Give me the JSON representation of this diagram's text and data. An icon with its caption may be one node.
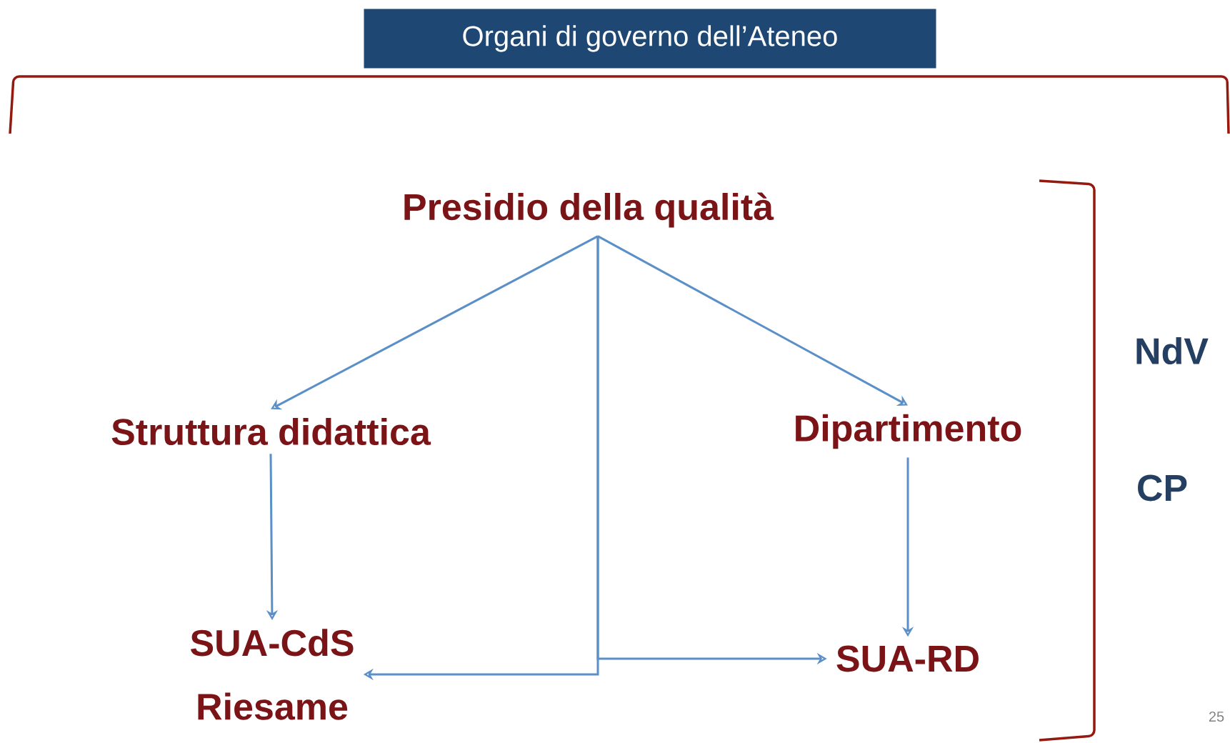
{
  "diagram": {
    "nodes": [
      {
        "text": [
          "Organi di governo dell’Ateneo"
        ]
      },
      {
        "text": [
          "Presidio della qualità"
        ]
      },
      {
        "text": [
          "Struttura didattica"
        ]
      },
      {
        "text": [
          "Dipartimento"
        ]
      },
      {
        "text": [
          "SUA-CdS",
          "Riesame"
        ]
      },
      {
        "text": [
          "SUA-RD"
        ]
      }
    ],
    "edges": [
      {
        "from": 1,
        "to": 2,
        "arrow": "to"
      },
      {
        "from": 1,
        "to": 3,
        "arrow": "to"
      },
      {
        "from": 2,
        "to": 4,
        "arrow": "to"
      },
      {
        "from": 3,
        "to": 5,
        "arrow": "to"
      },
      {
        "from": 1,
        "to": 4,
        "arrow": "to"
      },
      {
        "from": 1,
        "to": 5,
        "arrow": "to"
      }
    ],
    "labels": [
      "NdV",
      "CP",
      "25"
    ]
  }
}
